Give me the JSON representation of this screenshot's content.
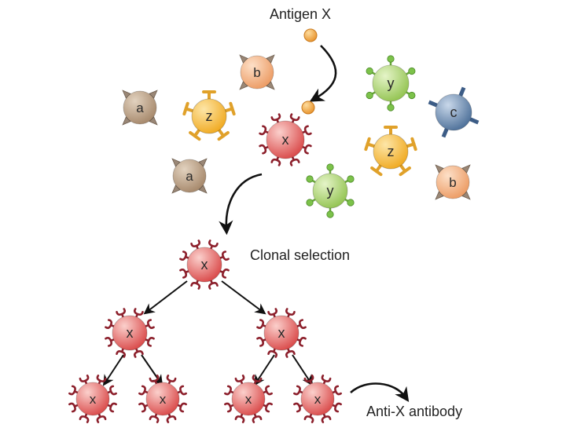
{
  "labels": {
    "antigen": "Antigen X",
    "clonal_selection": "Clonal selection",
    "antibody": "Anti-X antibody"
  },
  "cells": [
    {
      "id": "a1",
      "letter": "a",
      "type": "spike"
    },
    {
      "id": "b1",
      "letter": "b",
      "type": "spike"
    },
    {
      "id": "z1",
      "letter": "z",
      "type": "bar"
    },
    {
      "id": "a2",
      "letter": "a",
      "type": "spike"
    },
    {
      "id": "x0",
      "letter": "x",
      "type": "hook"
    },
    {
      "id": "y1",
      "letter": "y",
      "type": "ball"
    },
    {
      "id": "c1",
      "letter": "c",
      "type": "fork"
    },
    {
      "id": "z2",
      "letter": "z",
      "type": "bar"
    },
    {
      "id": "b2",
      "letter": "b",
      "type": "spike"
    },
    {
      "id": "y2",
      "letter": "y",
      "type": "ball"
    },
    {
      "id": "x1",
      "letter": "x",
      "type": "hook"
    },
    {
      "id": "x2",
      "letter": "x",
      "type": "hook"
    },
    {
      "id": "x3",
      "letter": "x",
      "type": "hook"
    },
    {
      "id": "x4",
      "letter": "x",
      "type": "hook"
    },
    {
      "id": "x5",
      "letter": "x",
      "type": "hook"
    },
    {
      "id": "x6",
      "letter": "x",
      "type": "hook"
    },
    {
      "id": "x7",
      "letter": "x",
      "type": "hook"
    }
  ],
  "colors": {
    "a": "#b59a7c",
    "b": "#f1a978",
    "z": "#f4b73c",
    "y": "#a9d36a",
    "c": "#5a7ea8",
    "x": "#e25a5a",
    "antigen": "#f0a640",
    "hook": "#8c1f2b",
    "arrow": "#111111"
  }
}
